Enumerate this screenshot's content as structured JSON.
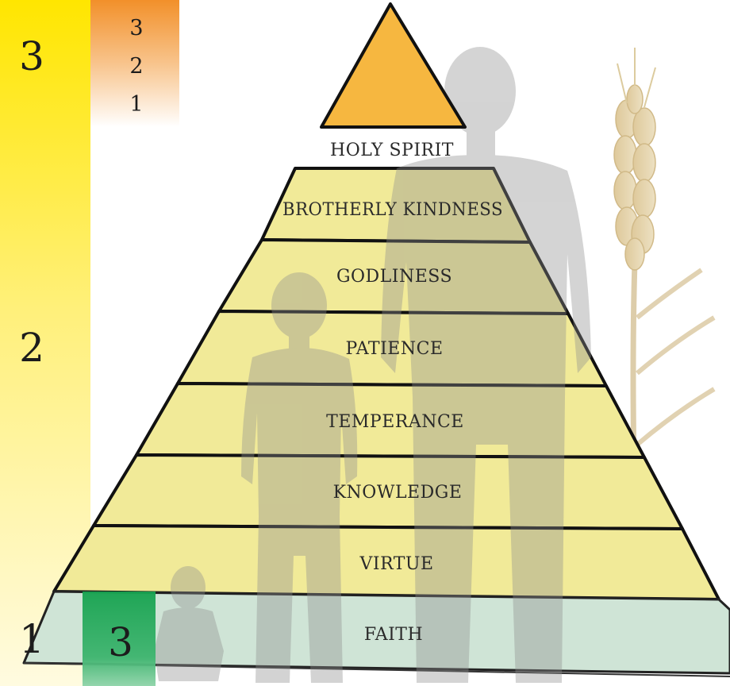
{
  "left_scale": [
    "3",
    "2",
    "1"
  ],
  "mini_scale": [
    "3",
    "2",
    "1"
  ],
  "green_marker": "3",
  "apex_label": "HOLY SPIRIT",
  "layers": [
    "BROTHERLY KINDNESS",
    "GODLINESS",
    "PATIENCE",
    "TEMPERANCE",
    "KNOWLEDGE",
    "VIRTUE",
    "FAITH"
  ],
  "colors": {
    "apex": "#F6B740",
    "layer_fill": "#F1EA98",
    "faith_fill": "#CFE4D6",
    "yellow_bar": "#FFEA00",
    "orange_bar": "#F2952C",
    "green_marker": "#1EA85B",
    "silhouette": "#9A9A9A"
  },
  "icons": [
    "adult-silhouette",
    "child-silhouette",
    "seated-child-silhouette",
    "wheat-stalk"
  ]
}
